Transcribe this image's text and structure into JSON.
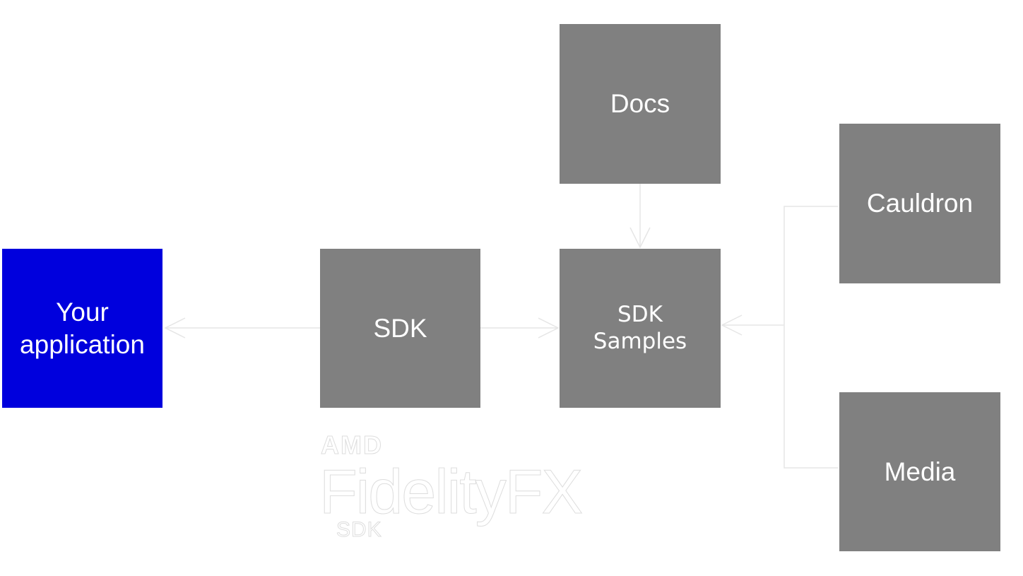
{
  "diagram": {
    "nodes": {
      "app": {
        "label": "Your\napplication",
        "color": "#0000dd"
      },
      "sdk": {
        "label": "SDK",
        "color": "#808080"
      },
      "docs": {
        "label": "Docs",
        "color": "#808080"
      },
      "samples": {
        "label": "SDK\nSamples",
        "color": "#808080"
      },
      "cauldron": {
        "label": "Cauldron",
        "color": "#808080"
      },
      "media": {
        "label": "Media",
        "color": "#808080"
      }
    },
    "edges": [
      {
        "from": "sdk",
        "to": "app"
      },
      {
        "from": "sdk",
        "to": "samples"
      },
      {
        "from": "docs",
        "to": "samples"
      },
      {
        "from": "cauldron",
        "to": "samples"
      },
      {
        "from": "media",
        "to": "samples"
      }
    ],
    "edge_color": "#e6e6e6"
  },
  "logo": {
    "brand": "AMD",
    "product": "FidelityFX",
    "suffix": "SDK"
  }
}
